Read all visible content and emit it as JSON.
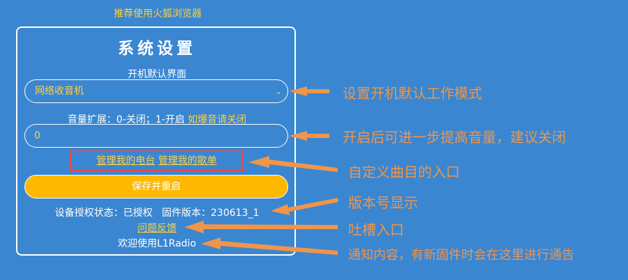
{
  "browser_tip": "推荐使用火狐浏览器",
  "settings": {
    "title": "系统设置",
    "startup_label": "开机默认界面",
    "startup_value": "网络收音机",
    "volume_label": "音量扩展：0-关闭；1-开启 ",
    "volume_warning": "如爆音请关闭",
    "volume_value": "0",
    "manage_stations": "管理我的电台",
    "manage_playlist": "管理我的歌单",
    "save_button": "保存并重启",
    "auth_status": "设备授权状态：已授权",
    "firmware": "固件版本：230613_1",
    "feedback": "问题反馈",
    "notice": "欢迎使用L1Radio"
  },
  "annotations": {
    "a1": "设置开机默认工作模式",
    "a2": "开启后可进一步提高音量，建议关闭",
    "a3": "自定义曲目的入口",
    "a4": "版本号显示",
    "a5": "吐槽入口",
    "a6": "通知内容，有新固件时会在这里进行通告"
  },
  "colors": {
    "background": "#3b86d0",
    "accent": "#ffb800",
    "highlight": "#ffd23f",
    "annotation": "#f0954a",
    "outline": "#e84c4c"
  }
}
